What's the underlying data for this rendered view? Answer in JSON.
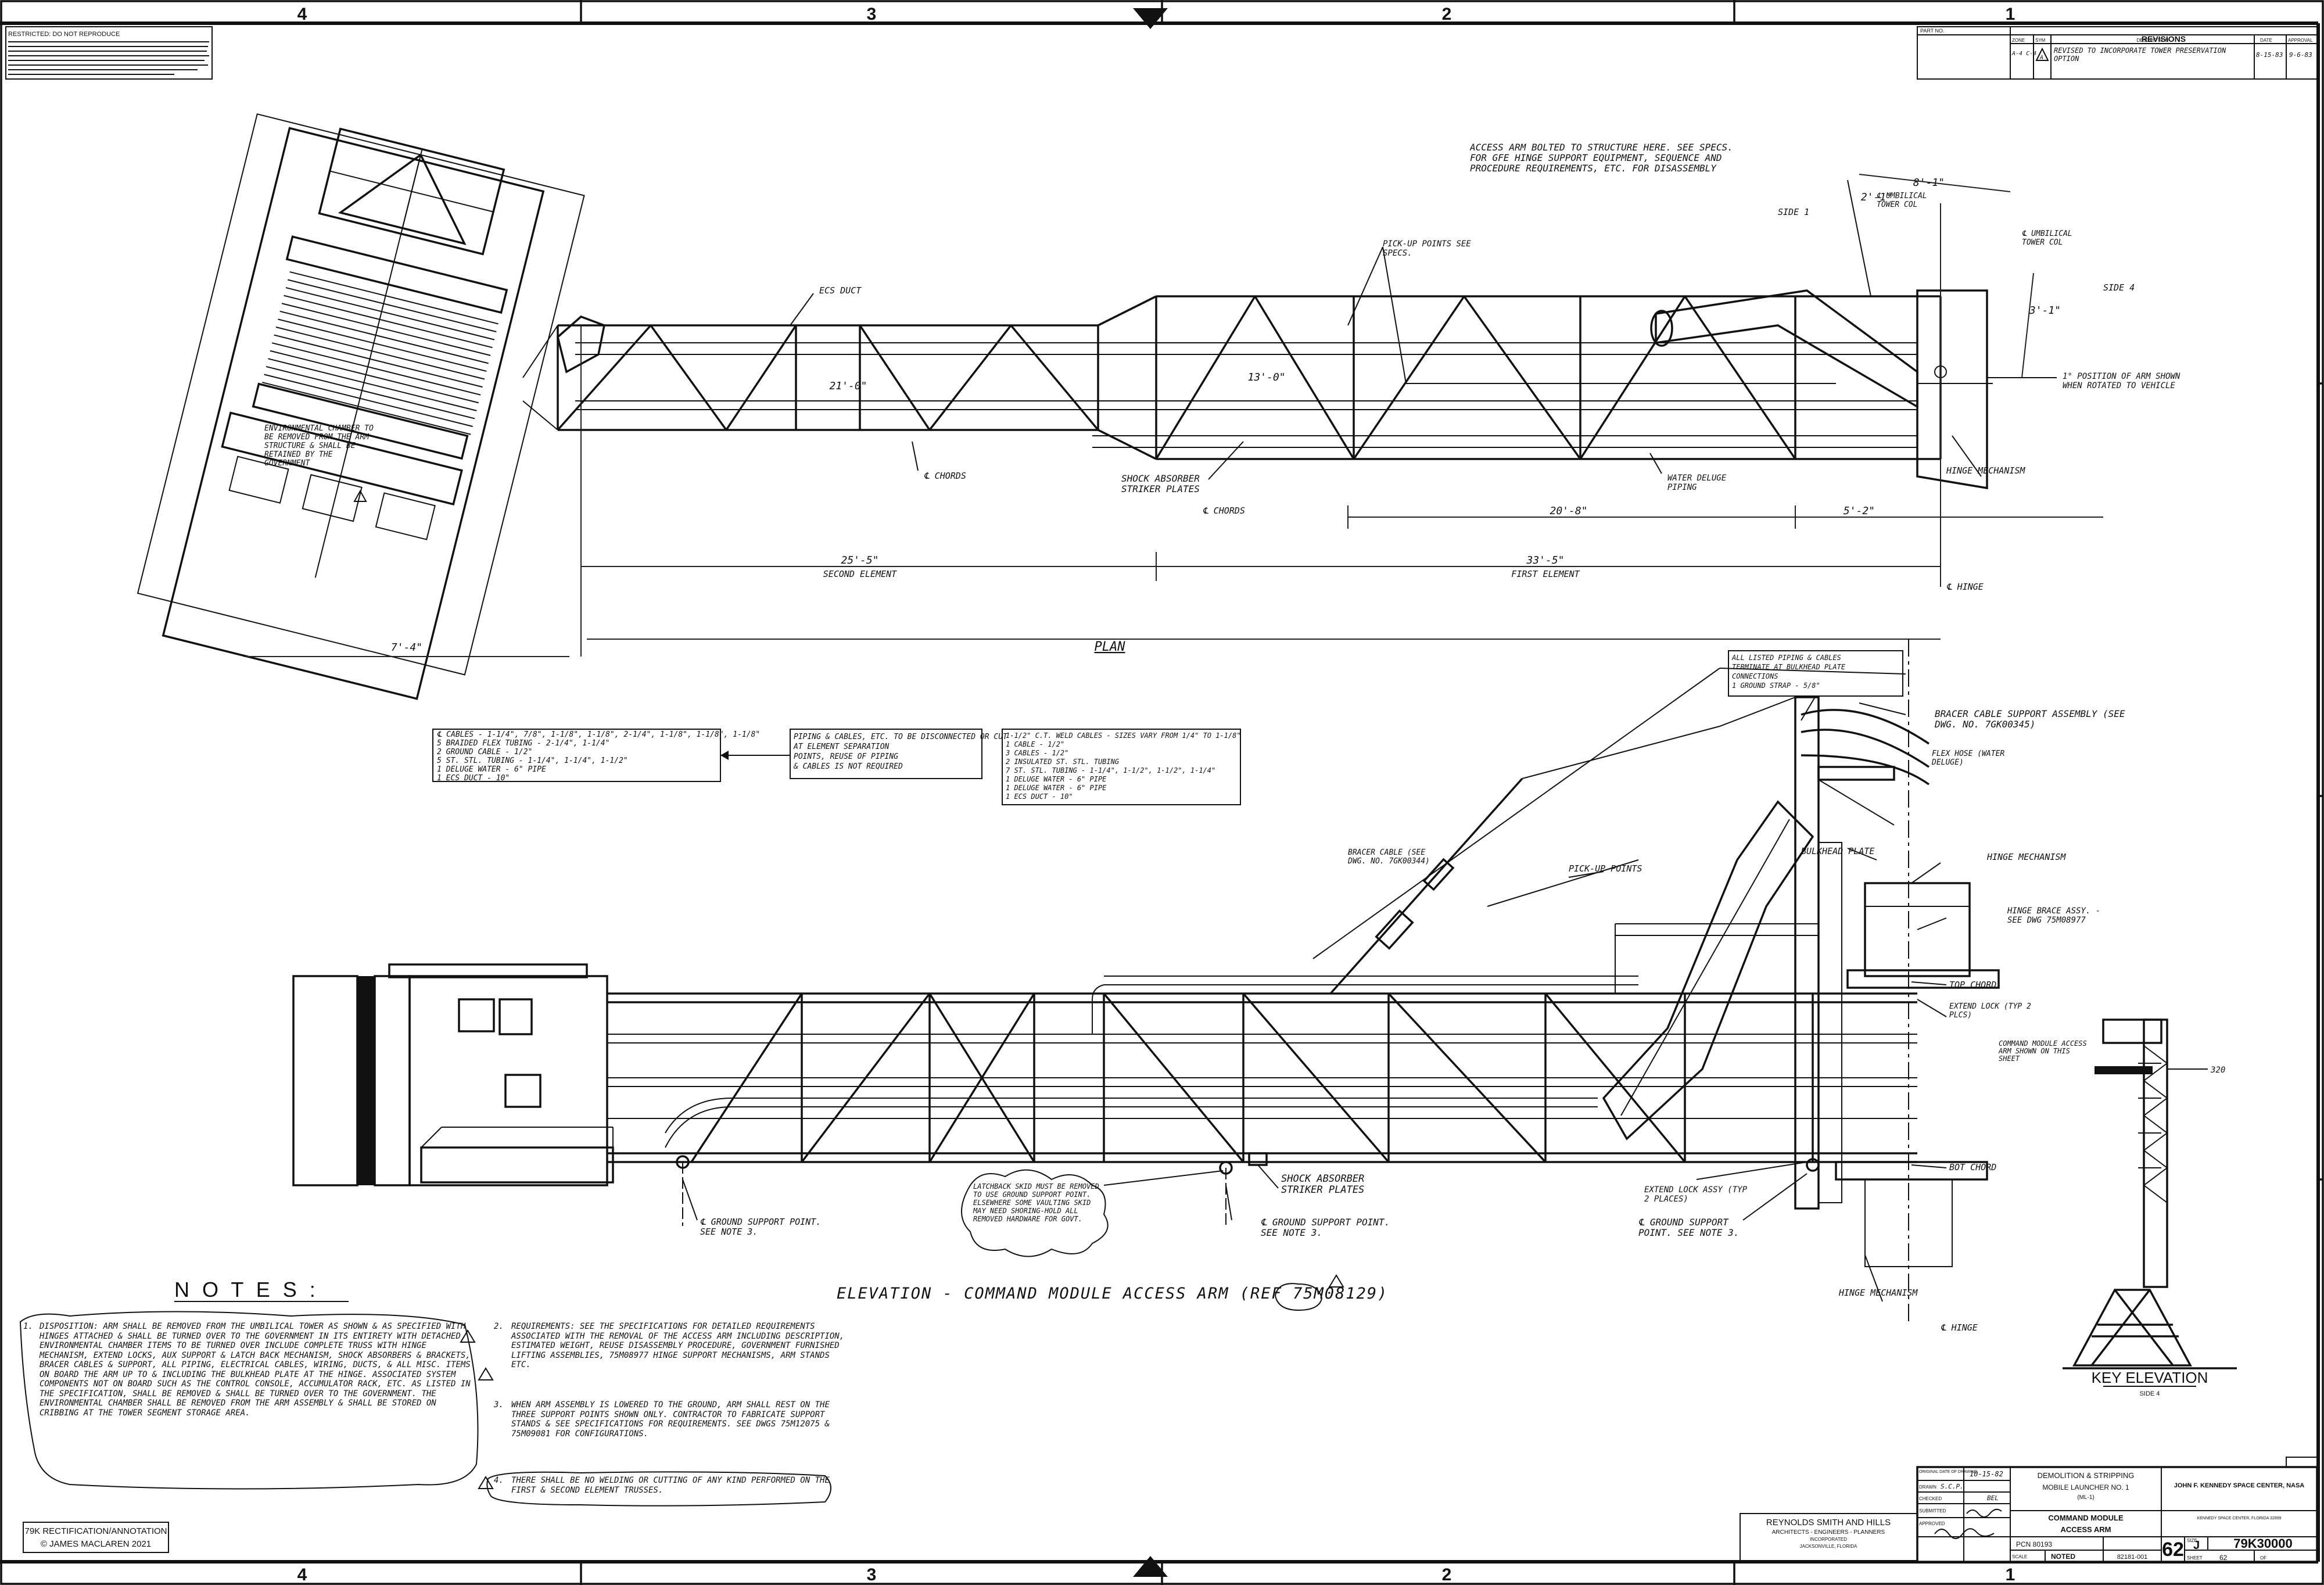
{
  "zones": {
    "top": [
      "4",
      "3",
      "2",
      "1"
    ],
    "bottom": [
      "4",
      "3",
      "2",
      "1"
    ]
  },
  "revisions": {
    "header_label": "REVISIONS",
    "col_zone": "ZONE",
    "col_sym": "SYM",
    "col_description": "DESCRIPTION",
    "col_date": "DATE",
    "col_approval": "APPROVAL",
    "row": {
      "zone": "A-4 C-4",
      "sym": "A",
      "description": "REVISED TO INCORPORATE TOWER PRESERVATION OPTION",
      "date": "8-15-83",
      "approval": "9-6-83"
    }
  },
  "part_no_label": "PART NO.",
  "plan_view": {
    "title": "PLAN",
    "labels": {
      "ecs_duct": "ECS DUCT",
      "chords_1": "℄ CHORDS",
      "chords_2": "℄ CHORDS",
      "shock_absorber": "SHOCK ABSORBER STRIKER PLATES",
      "water_deluge": "WATER DELUGE PIPING",
      "pickup_points": "PICK-UP POINTS SEE SPECS.",
      "access_arm_note": "ACCESS ARM BOLTED TO STRUCTURE HERE. SEE SPECS. FOR GFE HINGE SUPPORT EQUIPMENT, SEQUENCE AND PROCEDURE REQUIREMENTS, ETC. FOR DISASSEMBLY",
      "side_1": "SIDE 1",
      "side_4": "SIDE 4",
      "umbilical_tower_col_1": "℄ UMBILICAL TOWER COL",
      "umbilical_tower_col_2": "℄ UMBILICAL TOWER COL",
      "position_note": "1° POSITION OF ARM SHOWN WHEN ROTATED TO VEHICLE",
      "hinge_mechanism": "HINGE MECHANISM",
      "hinge": "℄ HINGE",
      "env_chamber": "ENVIRONMENTAL CHAMBER TO BE REMOVED FROM THE ARM STRUCTURE & SHALL BE RETAINED BY THE GOVERNMENT"
    },
    "dimensions": {
      "second_element": "25'-5\"",
      "second_element_label": "SECOND ELEMENT",
      "first_element": "33'-5\"",
      "first_element_label": "FIRST ELEMENT",
      "d20_8": "20'-8\"",
      "d5_2": "5'-2\"",
      "d7_4": "7'-4\"",
      "d8_1": "8'-1\"",
      "d2_1": "2'-1\"",
      "d3_1": "3'-1\"",
      "d21_0": "21'-0\"",
      "d13_0": "13'-0\""
    }
  },
  "note_boxes": {
    "cables_left": [
      "℄ CABLES - 1-1/4\", 7/8\", 1-1/8\", 1-1/8\", 2-1/4\", 1-1/8\", 1-1/8\", 1-1/8\"",
      "5 BRAIDED FLEX TUBING - 2-1/4\", 1-1/4\"",
      "2 GROUND CABLE - 1/2\"",
      "5 ST. STL. TUBING - 1-1/4\", 1-1/4\", 1-1/2\"",
      "1 DELUGE WATER - 6\" PIPE",
      "1 ECS DUCT - 10\""
    ],
    "piping": [
      "PIPING & CABLES, ETC. TO BE DISCONNECTED OR CUT",
      "AT ELEMENT SEPARATION",
      "POINTS, REUSE OF PIPING",
      "& CABLES IS NOT REQUIRED"
    ],
    "cables_right": [
      "1-1/2\" C.T. WELD CABLES - SIZES VARY FROM 1/4\" TO 1-1/8\"",
      "1 CABLE - 1/2\"",
      "3 CABLES - 1/2\"",
      "2 INSULATED ST. STL. TUBING",
      "7 ST. STL. TUBING - 1-1/4\", 1-1/2\", 1-1/2\", 1-1/4\"",
      "1 DELUGE WATER - 6\" PIPE",
      "1 DELUGE WATER - 6\" PIPE",
      "1 ECS DUCT - 10\""
    ],
    "bulkhead": [
      "ALL LISTED PIPING & CABLES",
      "TERMINATE AT BULKHEAD PLATE",
      "CONNECTIONS",
      "1 GROUND STRAP - 5/8\""
    ]
  },
  "elevation_view": {
    "title": "ELEVATION - COMMAND MODULE ACCESS ARM (REF 75M08129)",
    "labels": {
      "bracer_cable": "BRACER CABLE (SEE DWG. NO. 7GK00344)",
      "bracer_cable_support": "BRACER CABLE SUPPORT ASSEMBLY (SEE DWG. NO. 7GK00345)",
      "flex_hose": "FLEX HOSE (WATER DELUGE)",
      "bulkhead_plate": "BULKHEAD PLATE",
      "hinge_mechanism_1": "HINGE MECHANISM",
      "hinge_mechanism_2": "HINGE MECHANISM",
      "hinge_brace": "HINGE BRACE ASSY. - SEE DWG 75M08977",
      "pickup_points": "PICK-UP POINTS",
      "top_chord": "TOP CHORD",
      "extend_lock": "EXTEND LOCK (TYP 2 PLCS)",
      "bot_chord": "BOT CHORD",
      "extend_lock_assy": "EXTEND LOCK ASSY (TYP 2 PLACES)",
      "ground_support_1": "℄ GROUND SUPPORT POINT. SEE NOTE 3.",
      "ground_support_2": "℄ GROUND SUPPORT POINT. SEE NOTE 3.",
      "ground_support_3": "℄ GROUND SUPPORT POINT. SEE NOTE 3.",
      "shock_absorber": "SHOCK ABSORBER STRIKER PLATES",
      "latchback": "LATCHBACK SKID MUST BE REMOVED TO USE GROUND SUPPORT POINT. ELSEWHERE SOME VAULTING SKID MAY NEED SHORING-HOLD ALL REMOVED HARDWARE FOR GOVT.",
      "hinge": "℄ HINGE",
      "command_module_note": "COMMAND MODULE ACCESS ARM SHOWN ON THIS SHEET"
    }
  },
  "key_elevation": {
    "title": "KEY ELEVATION",
    "side": "SIDE 4",
    "level": "320"
  },
  "notes": {
    "heading": "N O T E S :",
    "items": [
      {
        "num": "1.",
        "text": "DISPOSITION: ARM SHALL BE REMOVED FROM THE UMBILICAL TOWER AS SHOWN & AS SPECIFIED WITH HINGES ATTACHED & SHALL BE TURNED OVER TO THE GOVERNMENT IN ITS ENTIRETY WITH DETACHED ENVIRONMENTAL CHAMBER ITEMS TO BE TURNED OVER INCLUDE COMPLETE TRUSS WITH HINGE MECHANISM, EXTEND LOCKS, AUX SUPPORT & LATCH BACK MECHANISM, SHOCK ABSORBERS & BRACKETS, BRACER CABLES & SUPPORT, ALL PIPING, ELECTRICAL CABLES, WIRING, DUCTS, & ALL MISC. ITEMS ON BOARD THE ARM UP TO & INCLUDING THE BULKHEAD PLATE AT THE HINGE. ASSOCIATED SYSTEM COMPONENTS NOT ON BOARD SUCH AS THE CONTROL CONSOLE, ACCUMULATOR RACK, ETC. AS LISTED IN THE SPECIFICATION, SHALL BE REMOVED & SHALL BE TURNED OVER TO THE GOVERNMENT. THE ENVIRONMENTAL CHAMBER SHALL BE REMOVED FROM THE ARM ASSEMBLY & SHALL BE STORED ON CRIBBING AT THE TOWER SEGMENT STORAGE AREA."
      },
      {
        "num": "2.",
        "text": "REQUIREMENTS: SEE THE SPECIFICATIONS FOR DETAILED REQUIREMENTS ASSOCIATED WITH THE REMOVAL OF THE ACCESS ARM INCLUDING DESCRIPTION, ESTIMATED WEIGHT, REUSE DISASSEMBLY PROCEDURE, GOVERNMENT FURNISHED LIFTING ASSEMBLIES, 75M08977 HINGE SUPPORT MECHANISMS, ARM STANDS ETC."
      },
      {
        "num": "3.",
        "text": "WHEN ARM ASSEMBLY IS LOWERED TO THE GROUND, ARM SHALL REST ON THE THREE SUPPORT POINTS SHOWN ONLY. CONTRACTOR TO FABRICATE SUPPORT STANDS & SEE SPECIFICATIONS FOR REQUIREMENTS. SEE DWGS 75M12075 & 75M09081 FOR CONFIGURATIONS."
      },
      {
        "num": "4.",
        "text": "THERE SHALL BE NO WELDING OR CUTTING OF ANY KIND PERFORMED ON THE FIRST & SECOND ELEMENT TRUSSES."
      }
    ]
  },
  "title_block": {
    "original_date_label": "ORIGINAL DATE OF DRAWING",
    "original_date": "10-15-82",
    "drawn_label": "DRAWN",
    "drawn": "S.C.P.",
    "checked_label": "CHECKED",
    "checked": "BEL",
    "submitted_label": "SUBMITTED",
    "approved_label": "APPROVED",
    "title_line_1": "DEMOLITION & STRIPPING",
    "title_line_2": "MOBILE LAUNCHER NO. 1",
    "title_line_3": "(ML-1)",
    "title_line_4": "COMMAND MODULE",
    "title_line_5": "ACCESS ARM",
    "agency": "JOHN F. KENNEDY SPACE CENTER, NASA",
    "agency_sub": "KENNEDY SPACE CENTER, FLORIDA 32899",
    "firm_1": "REYNOLDS SMITH AND HILLS",
    "firm_2": "ARCHITECTS - ENGINEERS - PLANNERS",
    "firm_3": "INCORPORATED",
    "firm_4": "JACKSONVILLE, FLORIDA",
    "pcn": "PCN 80193",
    "scale_label": "SCALE",
    "scale": "NOTED",
    "sheet_no": "62",
    "size_label": "SIZE",
    "size": "J",
    "drawing_no": "79K30000",
    "sheet_label": "SHEET",
    "sheet_of": "62",
    "of_label": "OF",
    "file_no": "82181-001"
  },
  "caption": {
    "line_1": "79K RECTIFICATION/ANNOTATION",
    "line_2": "© JAMES MACLAREN 2021"
  },
  "stamp": {
    "header": "RESTRICTED: DO NOT REPRODUCE"
  }
}
